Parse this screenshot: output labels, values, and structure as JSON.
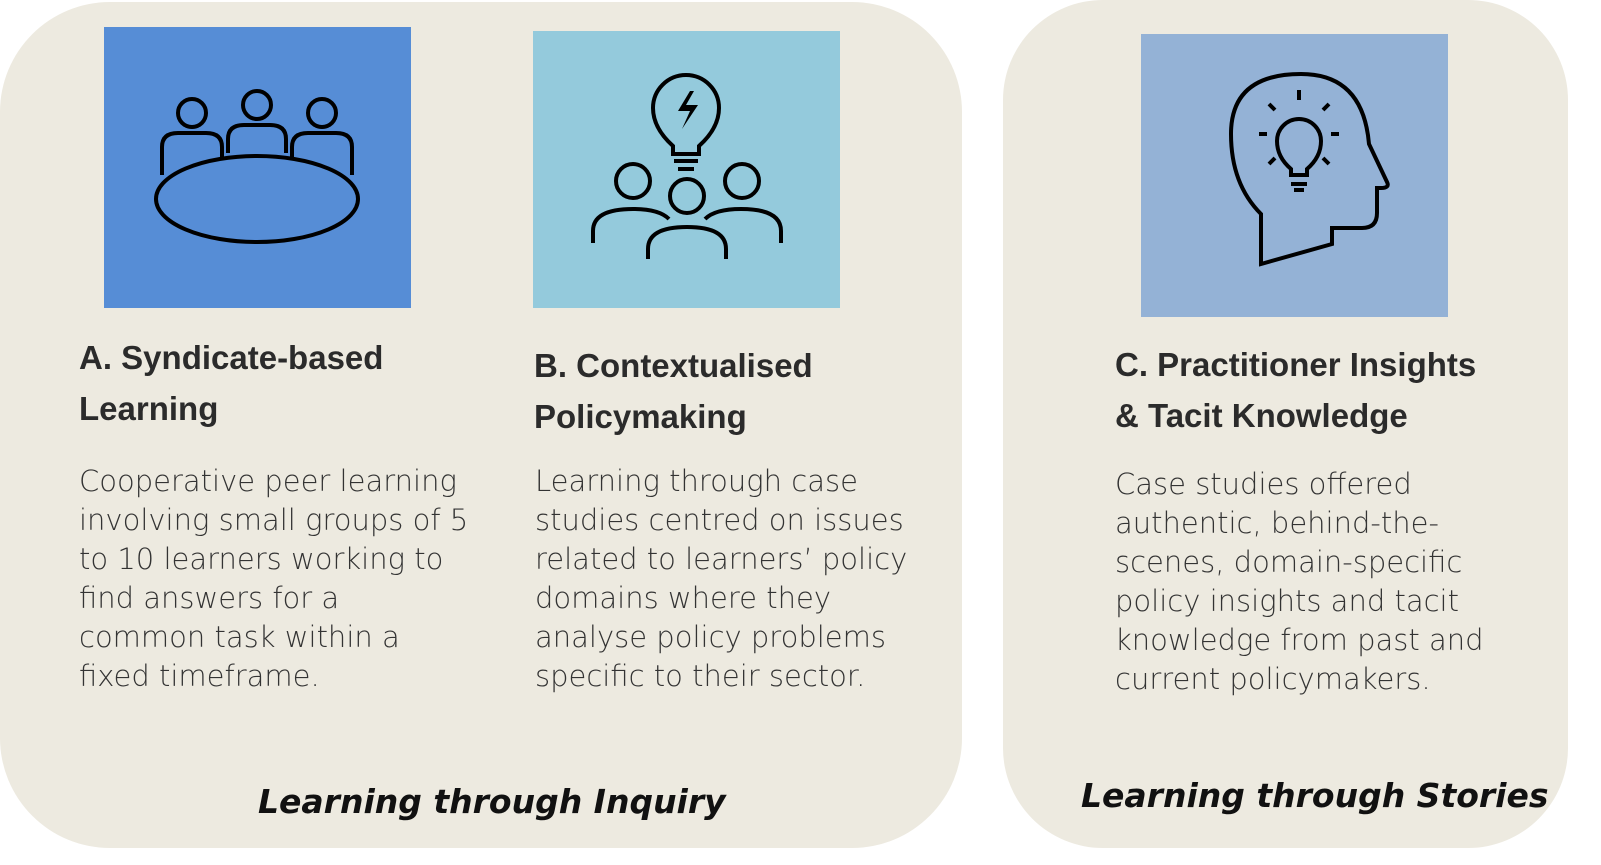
{
  "colors": {
    "panel": "#edeae0",
    "box_a": "#568dd6",
    "box_b": "#94cadc",
    "box_c": "#94b2d6"
  },
  "groups": [
    {
      "footer": "Learning through Inquiry",
      "cards": [
        {
          "icon": "meeting-table-icon",
          "title_line1": "A. Syndicate-based",
          "title_line2": "Learning",
          "body": "Cooperative peer learning involving small groups of 5 to 10 learners working to find answers for a common task within a fixed timeframe."
        },
        {
          "icon": "lightbulb-people-icon",
          "title_line1": "B. Contextualised",
          "title_line2": "Policymaking",
          "body": "Learning through case studies centred on issues related to learners’ policy domains where they analyse policy problems specific to their sector."
        }
      ]
    },
    {
      "footer": "Learning through Stories",
      "cards": [
        {
          "icon": "head-lightbulb-icon",
          "title_line1": "C. Practitioner Insights",
          "title_line2": "& Tacit Knowledge",
          "body": "Case studies offered authentic, behind-the-scenes, domain-specific policy insights and tacit knowledge from past and current policymakers."
        }
      ]
    }
  ]
}
